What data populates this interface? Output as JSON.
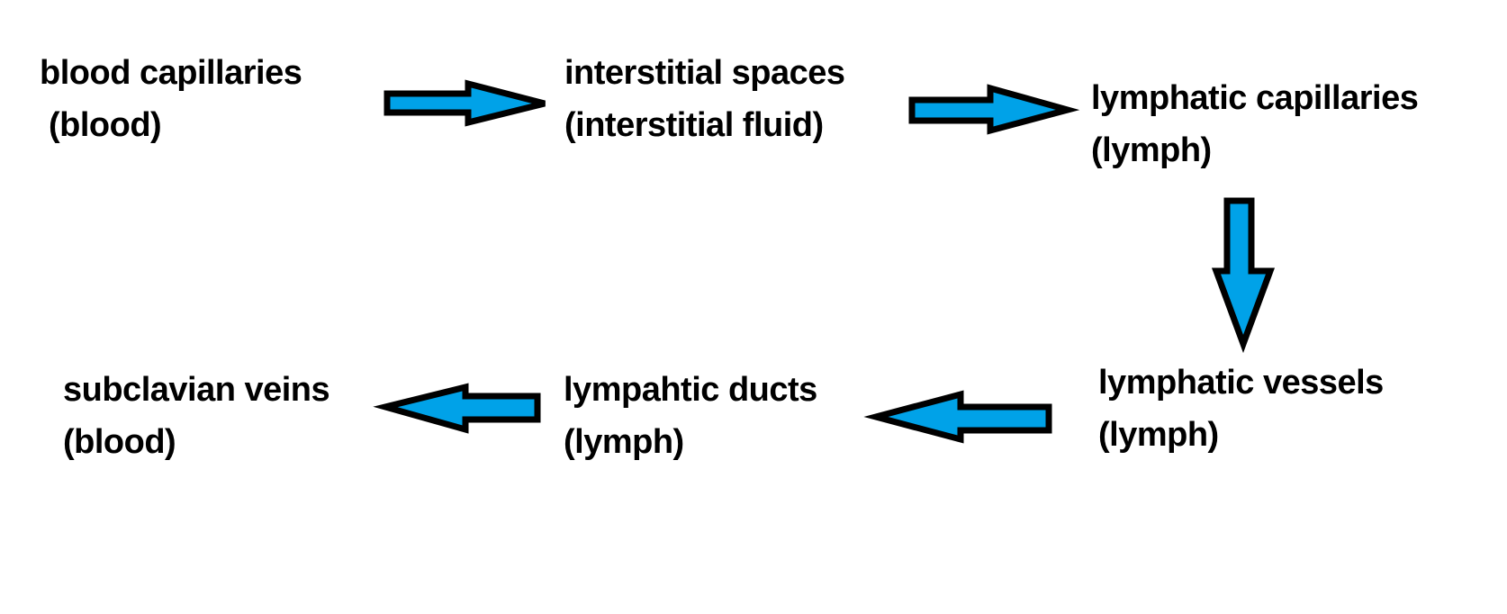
{
  "diagram": {
    "type": "flowchart",
    "accent_color": "#00a2e8",
    "nodes": [
      {
        "id": "blood-capillaries",
        "name": "blood capillaries",
        "fluid": "(blood)"
      },
      {
        "id": "interstitial-spaces",
        "name": "interstitial spaces",
        "fluid": "(interstitial fluid)"
      },
      {
        "id": "lymphatic-capillaries",
        "name": "lymphatic capillaries",
        "fluid": "(lymph)"
      },
      {
        "id": "lymphatic-vessels",
        "name": "lymphatic vessels",
        "fluid": "(lymph)"
      },
      {
        "id": "lymphatic-ducts",
        "name": "lympahtic ducts",
        "fluid": "(lymph)"
      },
      {
        "id": "subclavian-veins",
        "name": "subclavian veins",
        "fluid": "(blood)"
      }
    ],
    "edges": [
      {
        "from": "blood-capillaries",
        "to": "interstitial-spaces",
        "direction": "right"
      },
      {
        "from": "interstitial-spaces",
        "to": "lymphatic-capillaries",
        "direction": "right"
      },
      {
        "from": "lymphatic-capillaries",
        "to": "lymphatic-vessels",
        "direction": "down"
      },
      {
        "from": "lymphatic-vessels",
        "to": "lymphatic-ducts",
        "direction": "left"
      },
      {
        "from": "lymphatic-ducts",
        "to": "subclavian-veins",
        "direction": "left"
      }
    ]
  }
}
